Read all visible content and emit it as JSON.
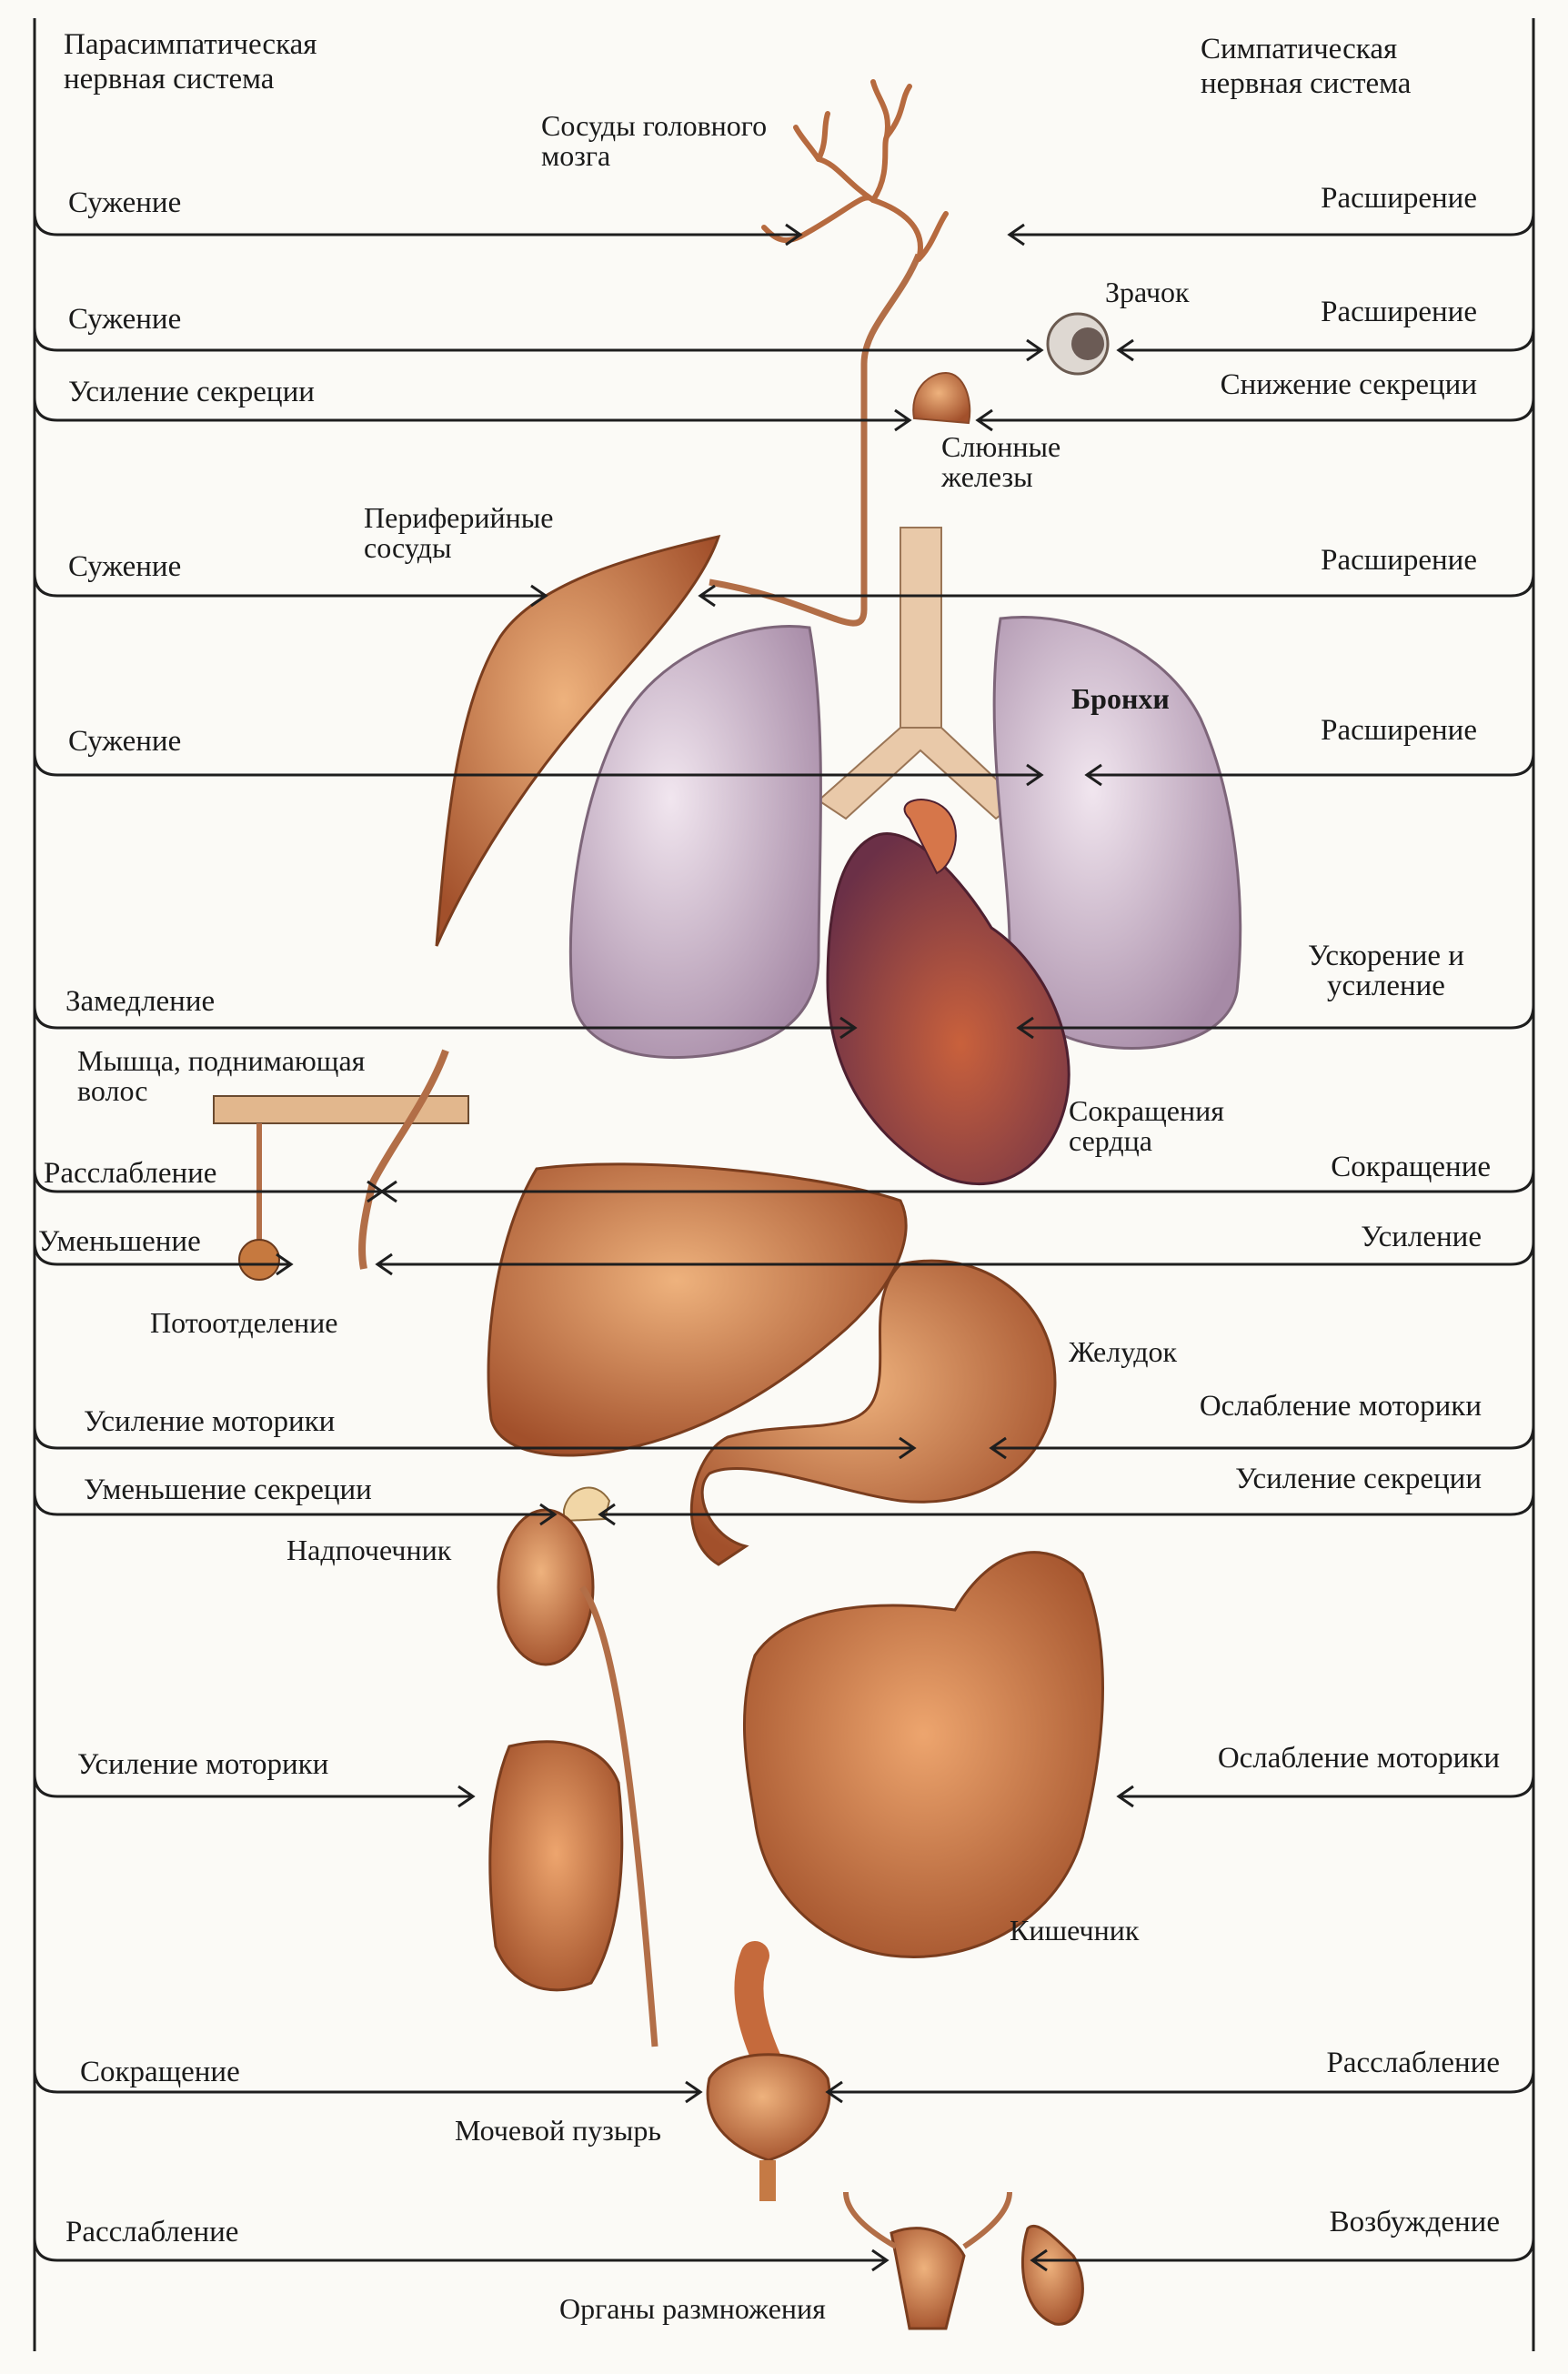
{
  "headers": {
    "parasympathetic": "Парасимпатическая нервная система",
    "sympathetic": "Симпатическая нервная система"
  },
  "rows": [
    {
      "left": "Сужение",
      "right": "Расширение"
    },
    {
      "left": "Сужение",
      "right": "Расширение"
    },
    {
      "left": "Усиление секреции",
      "right": "Снижение секреции"
    },
    {
      "left": "Сужение",
      "right": "Расширение"
    },
    {
      "left": "Сужение",
      "right": "Расширение"
    },
    {
      "left": "Замедление",
      "right": "Ускорение и усиление"
    },
    {
      "left": "Расслабление",
      "right": "Сокращение"
    },
    {
      "left": "Уменьшение",
      "right": "Усиление"
    },
    {
      "left": "Усиление моторики",
      "right": "Ослабление моторики"
    },
    {
      "left": "Уменьшение секреции",
      "right": "Усиление секреции"
    },
    {
      "left": "Усиление моторики",
      "right": "Ослабление моторики"
    },
    {
      "left": "Сокращение",
      "right": "Расслабление"
    },
    {
      "left": "Расслабление",
      "right": "Возбуждение"
    }
  ],
  "organs": {
    "brain_vessels": "Сосуды головного мозга",
    "pupil": "Зрачок",
    "salivary": "Слюнные железы",
    "peripheral": "Периферийные сосуды",
    "bronchi": "Бронхи",
    "heart": "Сокращения сердца",
    "hair_muscle": "Мышца, поднимающая волос",
    "sweat": "Потоотделение",
    "stomach": "Желудок",
    "adrenal": "Надпочечник",
    "intestine": "Кишечник",
    "bladder": "Мочевой пузырь",
    "reproductive": "Органы размножения"
  },
  "colors": {
    "line": "#1e1e1e",
    "organ": "#b8613a",
    "organ_light": "#e3a070",
    "lung": "#c9b2c9",
    "airway": "#e9c9a9"
  }
}
